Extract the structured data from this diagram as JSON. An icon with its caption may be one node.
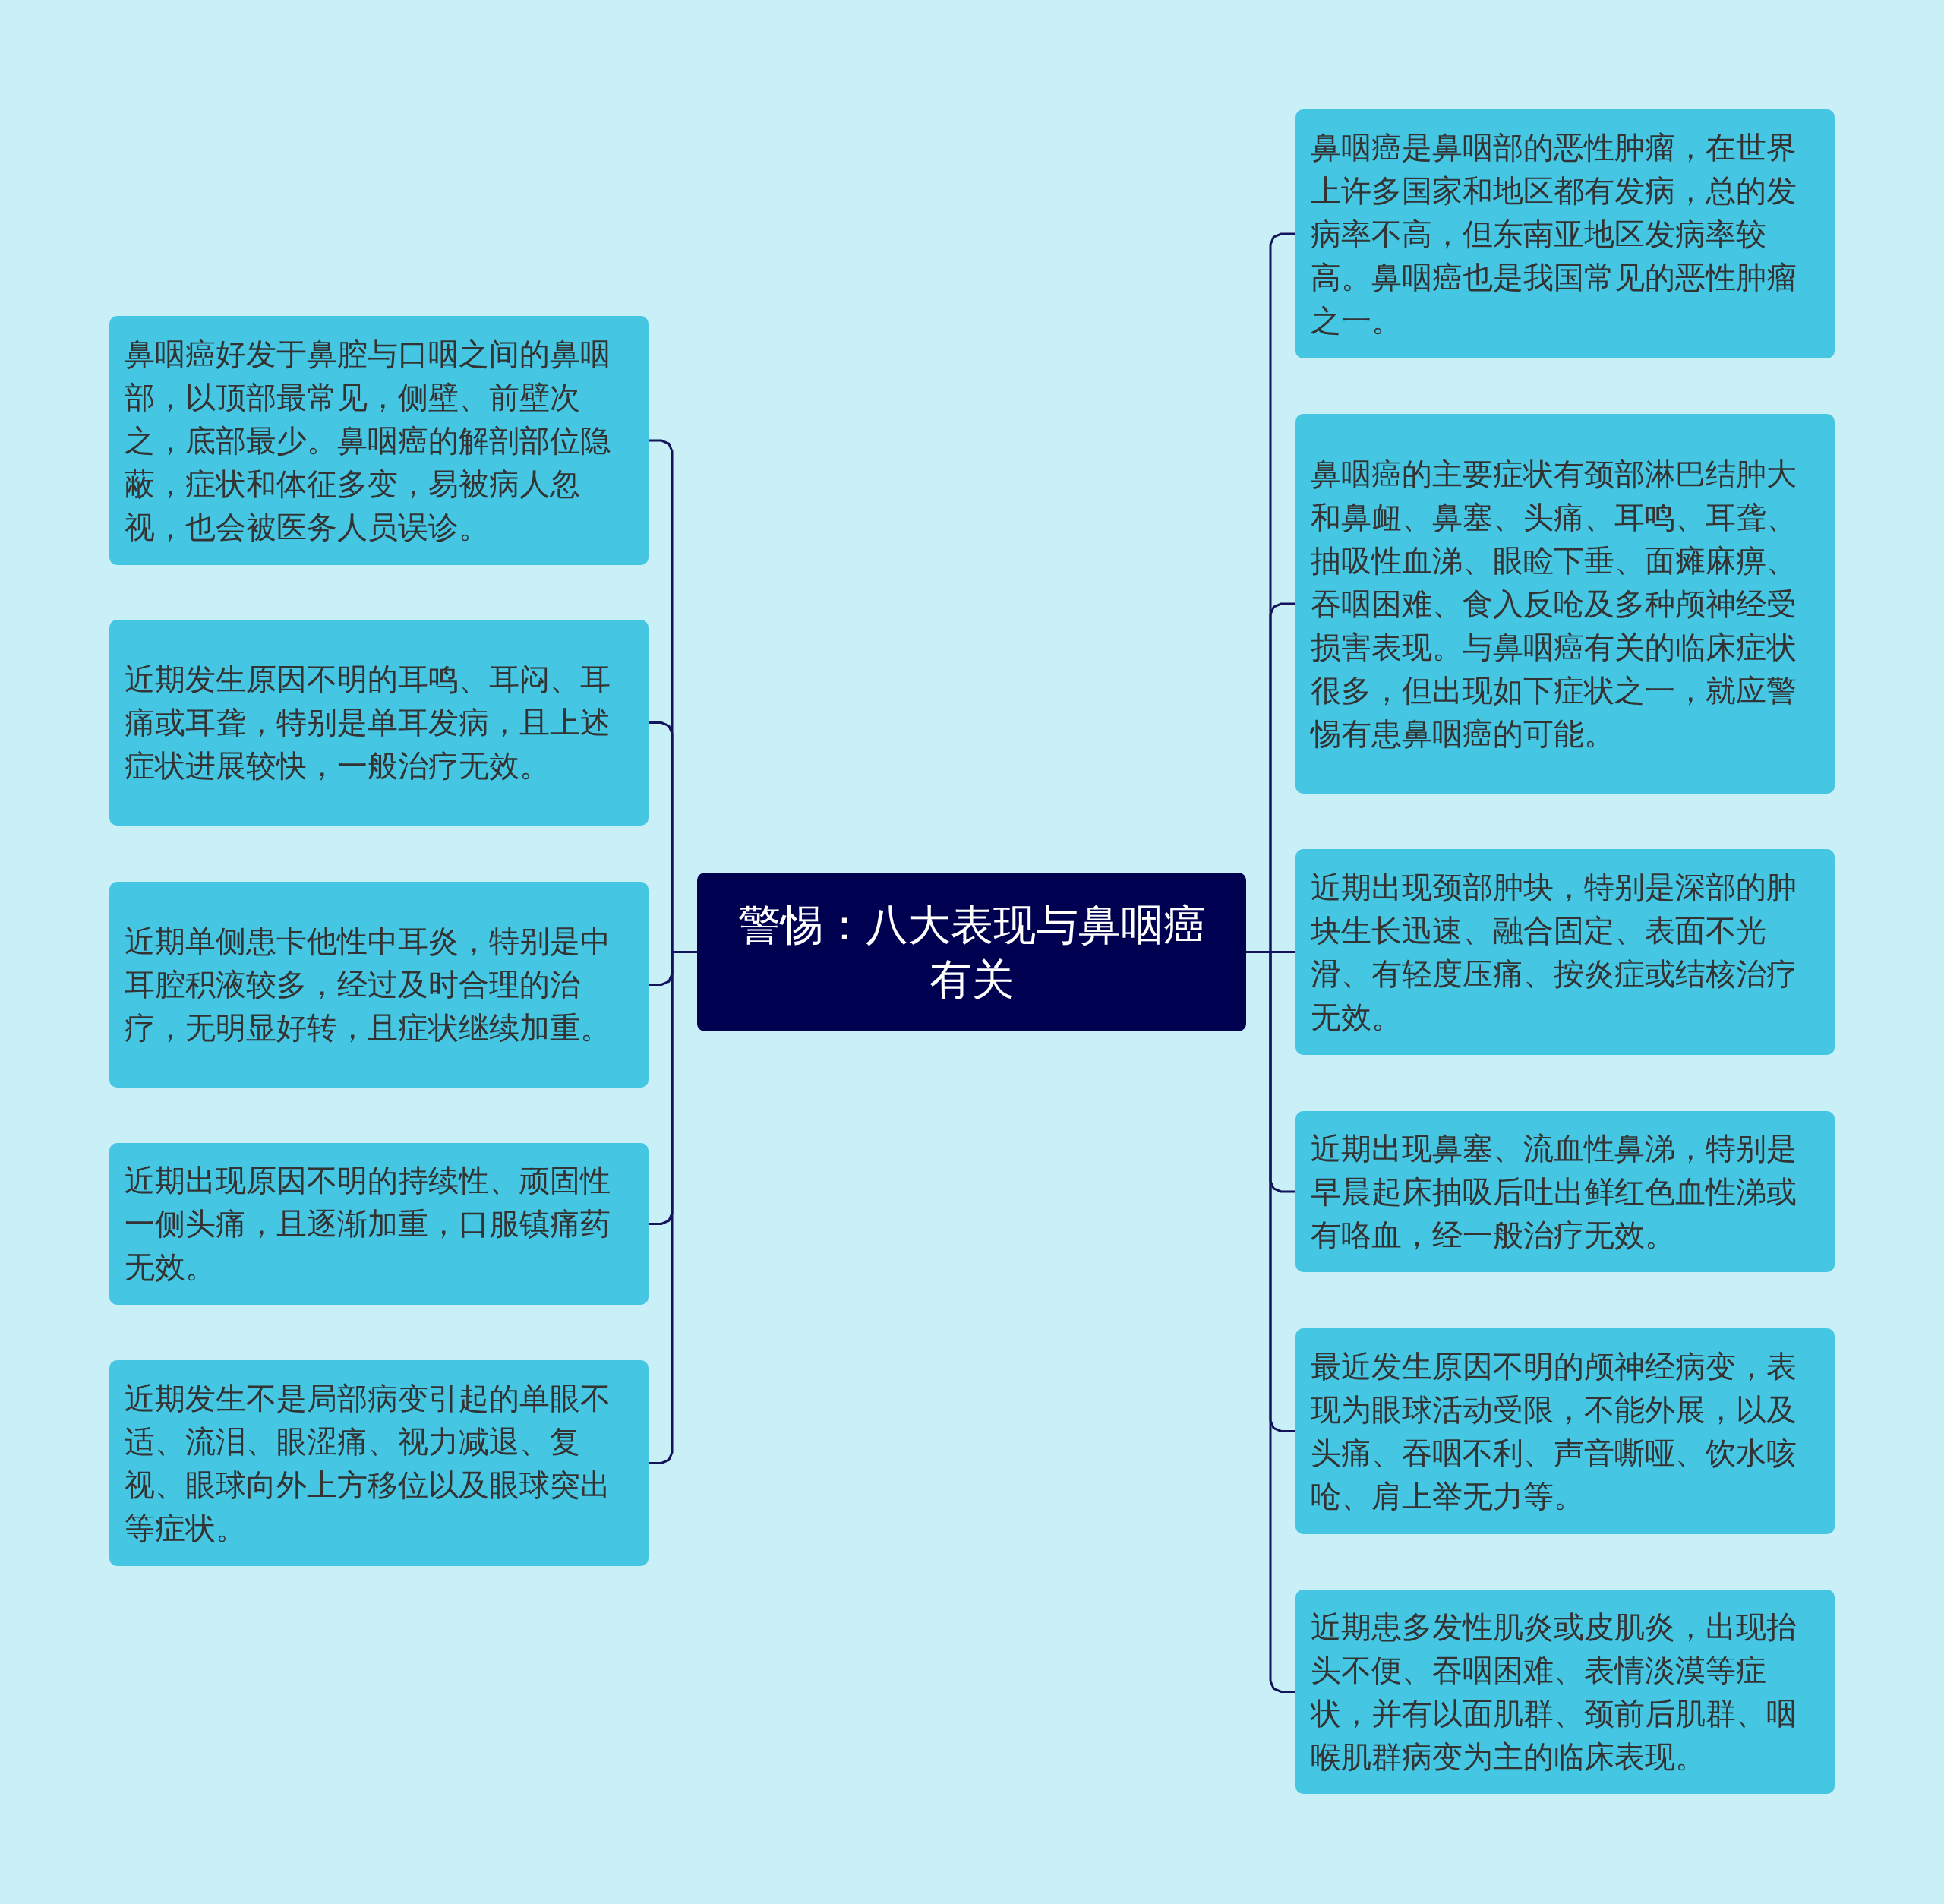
{
  "diagram": {
    "nodes": [
      {
        "text": [
          "警惕：八大表现与鼻咽癌有关"
        ]
      },
      {
        "text": [
          "鼻咽癌好发于鼻腔与口咽之间的鼻咽部，以顶部最常见，侧壁、前壁次之，底部最少。鼻咽癌的解剖部位隐蔽，症状和体征多变，易被病人忽视，也会被医务人员误诊。"
        ]
      },
      {
        "text": [
          "近期发生原因不明的耳鸣、耳闷、耳痛或耳聋，特别是单耳发病，且上述症状进展较快，一般治疗无效。"
        ]
      },
      {
        "text": [
          "近期单侧患卡他性中耳炎，特别是中耳腔积液较多，经过及时合理的治疗，无明显好转，且症状继续加重。"
        ]
      },
      {
        "text": [
          "近期出现原因不明的持续性、顽固性一侧头痛，且逐渐加重，口服镇痛药无效。"
        ]
      },
      {
        "text": [
          "近期发生不是局部病变引起的单眼不适、流泪、眼涩痛、视力减退、复视、眼球向外上方移位以及眼球突出等症状。"
        ]
      },
      {
        "text": [
          "鼻咽癌是鼻咽部的恶性肿瘤，在世界上许多国家和地区都有发病，总的发病率不高，但东南亚地区发病率较高。鼻咽癌也是我国常见的恶性肿瘤之一。"
        ]
      },
      {
        "text": [
          "鼻咽癌的主要症状有颈部淋巴结肿大和鼻衄、鼻塞、头痛、耳鸣、耳聋、抽吸性血涕、眼睑下垂、面瘫麻痹、吞咽困难、食入反呛及多种颅神经受损害表现。与鼻咽癌有关的临床症状很多，但出现如下症状之一，就应警惕有患鼻咽癌的可能。"
        ]
      },
      {
        "text": [
          "近期出现颈部肿块，特别是深部的肿块生长迅速、融合固定、表面不光滑、有轻度压痛、按炎症或结核治疗无效。"
        ]
      },
      {
        "text": [
          "近期出现鼻塞、流血性鼻涕，特别是早晨起床抽吸后吐出鲜红色血性涕或有咯血，经一般治疗无效。"
        ]
      },
      {
        "text": [
          "最近发生原因不明的颅神经病变，表现为眼球活动受限，不能外展，以及头痛、吞咽不利、声音嘶哑、饮水咳呛、肩上举无力等。"
        ]
      },
      {
        "text": [
          "近期患多发性肌炎或皮肌炎，出现抬头不便、吞咽困难、表情淡漠等症状，并有以面肌群、颈前后肌群、咽喉肌群病变为主的临床表现。"
        ]
      }
    ],
    "edges": [
      {
        "from": 0,
        "to": 1,
        "arrow": "none"
      },
      {
        "from": 0,
        "to": 2,
        "arrow": "none"
      },
      {
        "from": 0,
        "to": 3,
        "arrow": "none"
      },
      {
        "from": 0,
        "to": 4,
        "arrow": "none"
      },
      {
        "from": 0,
        "to": 5,
        "arrow": "none"
      },
      {
        "from": 0,
        "to": 6,
        "arrow": "none"
      },
      {
        "from": 0,
        "to": 7,
        "arrow": "none"
      },
      {
        "from": 0,
        "to": 8,
        "arrow": "none"
      },
      {
        "from": 0,
        "to": 9,
        "arrow": "none"
      },
      {
        "from": 0,
        "to": 10,
        "arrow": "none"
      },
      {
        "from": 0,
        "to": 11,
        "arrow": "none"
      }
    ]
  }
}
